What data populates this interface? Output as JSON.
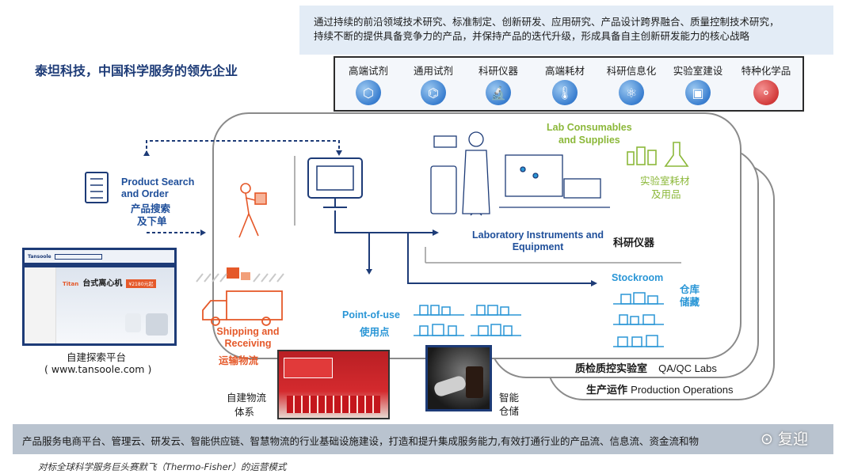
{
  "strategy": {
    "line1": "通过持续的前沿领域技术研究、标准制定、创新研发、应用研究、产品设计跨界融合、质量控制技术研究，",
    "line2": "持续不断的提供具备竞争力的产品，并保持产品的迭代升级，形成具备自主创新研发能力的核心战略"
  },
  "company_title": "泰坦科技，中国科学服务的领先企业",
  "categories": [
    {
      "label": "高端试剂",
      "icon": "hexagon-molecule-icon"
    },
    {
      "label": "通用试剂",
      "icon": "benzene-ring-icon"
    },
    {
      "label": "科研仪器",
      "icon": "microscope-icon"
    },
    {
      "label": "高端耗材",
      "icon": "thermometer-icon"
    },
    {
      "label": "科研信息化",
      "icon": "atom-icon"
    },
    {
      "label": "实验室建设",
      "icon": "cube-icon"
    },
    {
      "label": "特种化学品",
      "icon": "molecule-icon"
    }
  ],
  "product_search": {
    "en_line1": "Product Search",
    "en_line2": "and Order",
    "cn_line1": "产品搜索",
    "cn_line2": "及下单"
  },
  "consumables": {
    "en_line1": "Lab Consumables",
    "en_line2": "and Supplies",
    "cn_line1": "实验室耗材",
    "cn_line2": "及用品"
  },
  "instruments": {
    "en_line1": "Laboratory Instruments and",
    "en_line2": "Equipment",
    "cn": "科研仪器"
  },
  "stockroom": {
    "en": "Stockroom",
    "cn_line1": "仓库",
    "cn_line2": "储藏"
  },
  "point_of_use": {
    "en": "Point-of-use",
    "cn": "使用点"
  },
  "shipping": {
    "en_line1": "Shipping and",
    "en_line2": "Receiving",
    "cn": "运输物流"
  },
  "qaqc": {
    "cn": "质检质控实验室",
    "en": "QA/QC Labs"
  },
  "production": {
    "cn": "生产运作",
    "en": "Production Operations"
  },
  "platform": {
    "label": "自建探索平台",
    "url": "( www.tansoole.com )",
    "site_logo": "Tansoole",
    "site_product": "台式离心机",
    "site_brand": "Titan",
    "site_price": "¥2180元起"
  },
  "logistics_label": {
    "line1": "自建物流",
    "line2": "体系"
  },
  "smart_storage": {
    "line1": "智能",
    "line2": "仓储"
  },
  "bottom_band": "产品服务电商平台、管理云、研发云、智能供应链、智慧物流的行业基础设施建设，打造和提升集成服务能力,有效打通行业的产品流、信息流、资金流和物",
  "wechat": "复迎",
  "caption": "对标全球科学服务巨头赛默飞（Thermo-Fisher）的运营模式",
  "colors": {
    "navy": "#1d3b77",
    "cyan": "#2a96d6",
    "orange": "#e5592a",
    "green": "#8cb83a",
    "band": "#b9c3cf",
    "strategy_bg": "#e3ecf6"
  }
}
